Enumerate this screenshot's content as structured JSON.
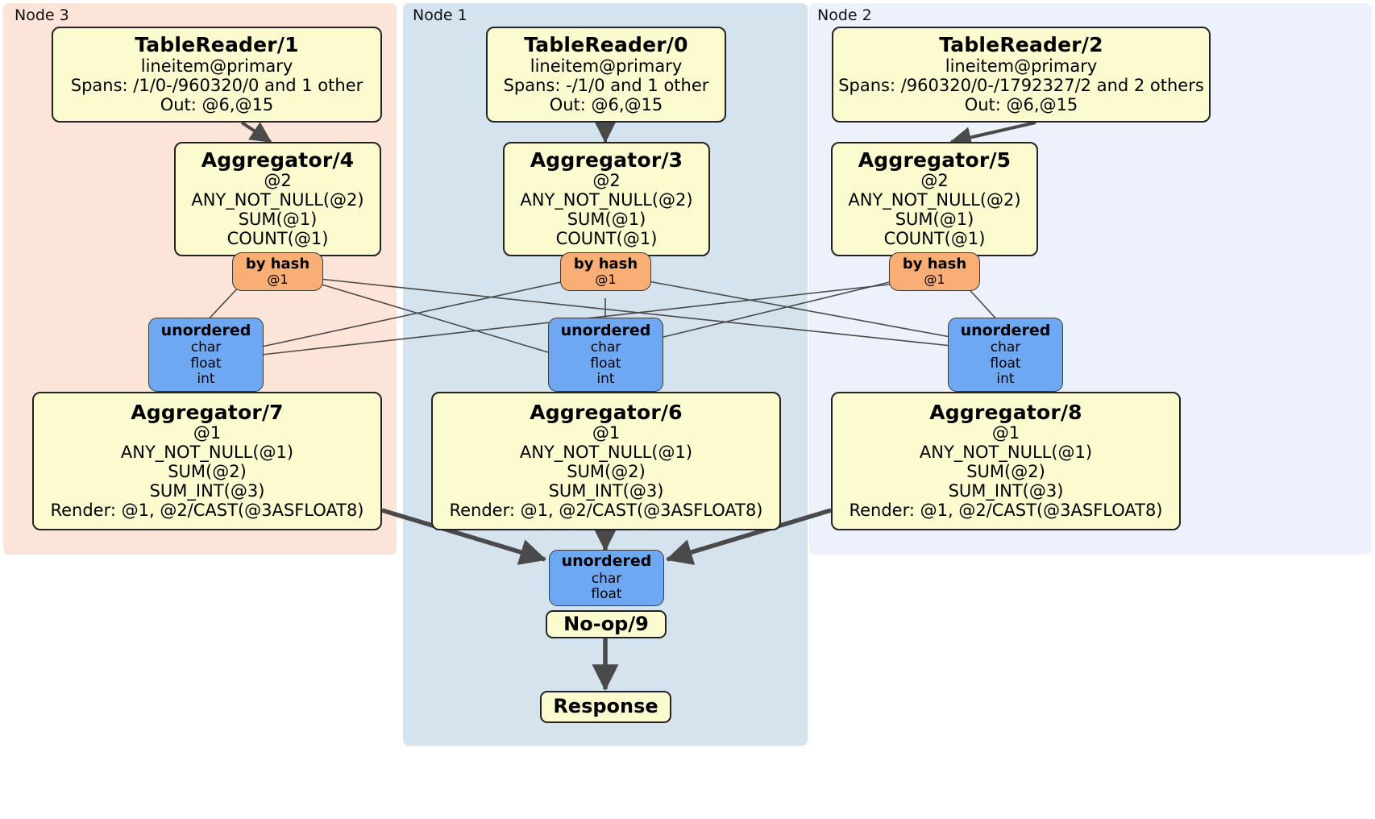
{
  "clusters": [
    {
      "label": "Node 3",
      "color": "#fce5d8"
    },
    {
      "label": "Node 1",
      "color": "#d4e3ed"
    },
    {
      "label": "Node 2",
      "color": "#ecf1fb"
    }
  ],
  "table_readers": [
    {
      "title": "TableReader/1",
      "table": "lineitem@primary",
      "spans": "Spans: /1/0-/960320/0 and 1 other",
      "out": "Out: @6,@15"
    },
    {
      "title": "TableReader/0",
      "table": "lineitem@primary",
      "spans": "Spans: -/1/0 and 1 other",
      "out": "Out: @6,@15"
    },
    {
      "title": "TableReader/2",
      "table": "lineitem@primary",
      "spans": "Spans: /960320/0-/1792327/2 and 2 others",
      "out": "Out: @6,@15"
    }
  ],
  "local_aggregators": [
    {
      "title": "Aggregator/4",
      "group": "@2",
      "agg1": "ANY_NOT_NULL(@2)",
      "agg2": "SUM(@1)",
      "agg3": "COUNT(@1)"
    },
    {
      "title": "Aggregator/3",
      "group": "@2",
      "agg1": "ANY_NOT_NULL(@2)",
      "agg2": "SUM(@1)",
      "agg3": "COUNT(@1)"
    },
    {
      "title": "Aggregator/5",
      "group": "@2",
      "agg1": "ANY_NOT_NULL(@2)",
      "agg2": "SUM(@1)",
      "agg3": "COUNT(@1)"
    }
  ],
  "routers": [
    {
      "title": "by hash",
      "column": "@1"
    },
    {
      "title": "by hash",
      "column": "@1"
    },
    {
      "title": "by hash",
      "column": "@1"
    }
  ],
  "synchronizers": [
    {
      "title": "unordered",
      "t1": "char",
      "t2": "float",
      "t3": "int"
    },
    {
      "title": "unordered",
      "t1": "char",
      "t2": "float",
      "t3": "int"
    },
    {
      "title": "unordered",
      "t1": "char",
      "t2": "float",
      "t3": "int"
    }
  ],
  "final_aggregators": [
    {
      "title": "Aggregator/7",
      "group": "@1",
      "agg1": "ANY_NOT_NULL(@1)",
      "agg2": "SUM(@2)",
      "agg3": "SUM_INT(@3)",
      "render": "Render: @1, @2/CAST(@3ASFLOAT8)"
    },
    {
      "title": "Aggregator/6",
      "group": "@1",
      "agg1": "ANY_NOT_NULL(@1)",
      "agg2": "SUM(@2)",
      "agg3": "SUM_INT(@3)",
      "render": "Render: @1, @2/CAST(@3ASFLOAT8)"
    },
    {
      "title": "Aggregator/8",
      "group": "@1",
      "agg1": "ANY_NOT_NULL(@1)",
      "agg2": "SUM(@2)",
      "agg3": "SUM_INT(@3)",
      "render": "Render: @1, @2/CAST(@3ASFLOAT8)"
    }
  ],
  "final_sync": {
    "title": "unordered",
    "t1": "char",
    "t2": "float"
  },
  "noop": {
    "label": "No-op/9"
  },
  "response": {
    "label": "Response"
  }
}
